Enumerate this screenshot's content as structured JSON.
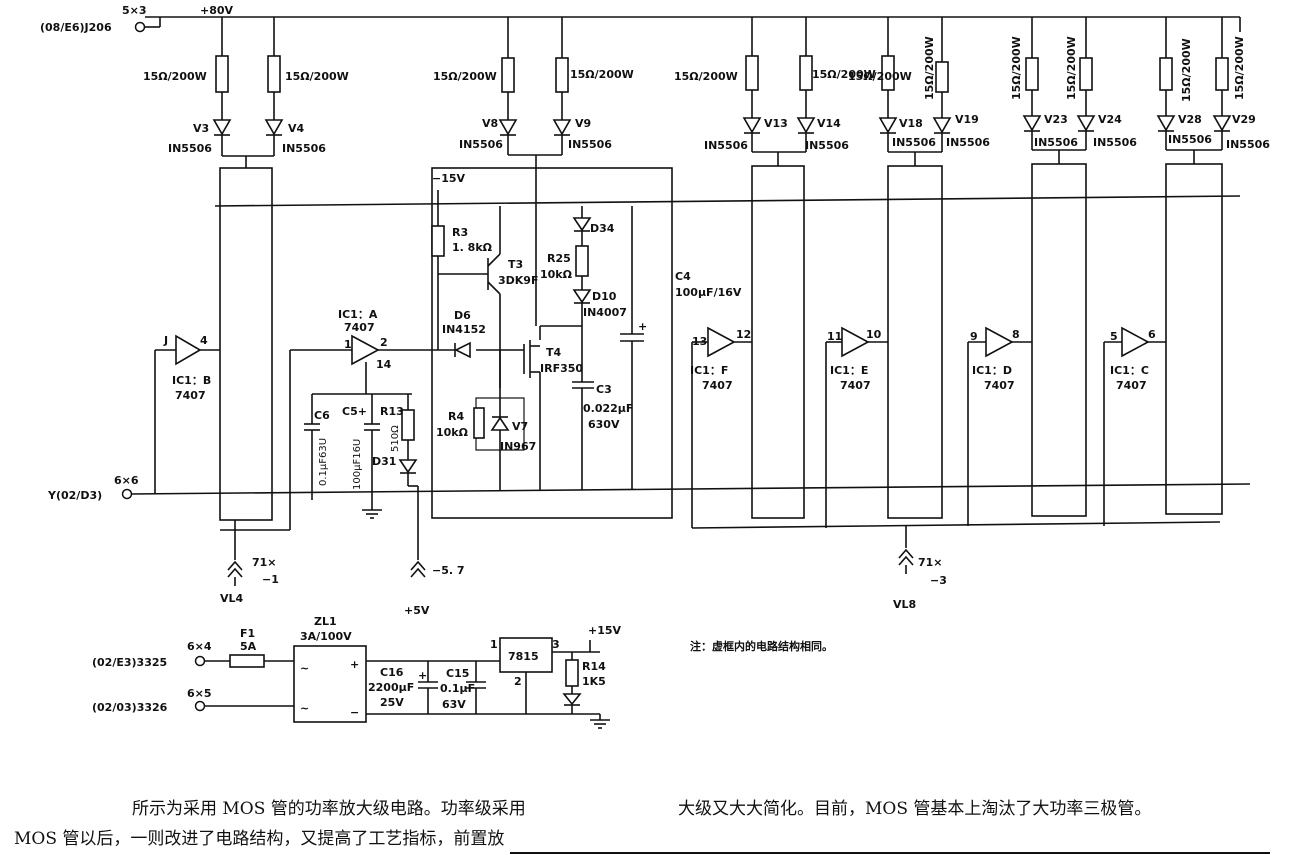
{
  "terminals": {
    "power_in": "(08/E6)J206",
    "power_in_ref": "5×3",
    "supply_voltage": "+80V",
    "signal_in": "Y(02/D3)",
    "signal_in_ref": "6×6",
    "ac_in_1": "(02/E3)3325",
    "ac_in_1_ref": "6×4",
    "ac_in_2": "(02/03)3326",
    "ac_in_2_ref": "6×5"
  },
  "resistors": {
    "load": "15Ω/200W",
    "r3": "R3",
    "r3_val": "1. 8kΩ",
    "r25": "R25",
    "r25_val": "10kΩ",
    "r4": "R4",
    "r4_val": "10kΩ",
    "r13": "R13",
    "r13_val": "510Ω",
    "r14": "R14",
    "r14_val": "1K5"
  },
  "diodes": {
    "part": "IN5506",
    "v3": "V3",
    "v4": "V4",
    "v8": "V8",
    "v9": "V9",
    "v13": "V13",
    "v14": "V14",
    "v18": "V18",
    "v19": "V19",
    "v23": "V23",
    "v24": "V24",
    "v28": "V28",
    "v29": "V29",
    "d6": "D6",
    "d6_part": "IN4152",
    "d34": "D34",
    "d10": "D10",
    "d10_part": "IN4007",
    "d31": "D31",
    "v7": "V7",
    "v7_part": "IN967"
  },
  "transistors": {
    "t3": "T3",
    "t3_part": "3DK9F",
    "t4": "T4",
    "t4_part": "IRF350"
  },
  "capacitors": {
    "c3": "C3",
    "c3_val": "0.022μF",
    "c3_volt": "630V",
    "c4": "C4",
    "c4_val": "100μF/16V",
    "c5": "C5+",
    "c5_val": "100μF16U",
    "c6": "C6",
    "c6_val": "0.1μF63U",
    "c16": "C16",
    "c16_val": "2200μF",
    "c16_volt": "25V",
    "c15": "C15",
    "c15_val": "0.1μF",
    "c15_volt": "63V"
  },
  "gates": {
    "ic1b": "IC1：B",
    "ic1a": "IC1：A",
    "ic1f": "IC1：F",
    "ic1e": "IC1：E",
    "ic1d": "IC1：D",
    "ic1c": "IC1：C",
    "part": "7407",
    "pins": {
      "b_in": "J",
      "b_out": "4",
      "a_in": "1",
      "a_out": "2",
      "a_pwr": "14",
      "f_in": "13",
      "f_out": "12",
      "e_in": "11",
      "e_out": "10",
      "d_in": "9",
      "d_out": "8",
      "c_in": "5",
      "c_out": "6"
    }
  },
  "rails": {
    "neg15": "−15V",
    "neg57": "−5. 7",
    "plus5": "+5V",
    "plus15": "+15V"
  },
  "connectors": {
    "vl4": "VL4",
    "vl4_ref": "71×",
    "vl4_sub": "−1",
    "vl8": "VL8",
    "vl8_ref": "71×",
    "vl8_sub": "−3"
  },
  "supply": {
    "f1": "F1",
    "f1_val": "5A",
    "zl1": "ZL1",
    "zl1_val": "3A/100V",
    "regulator": "7815",
    "reg_pin1": "1",
    "reg_pin2": "2",
    "reg_pin3": "3",
    "tilde": "~",
    "plus": "+",
    "minus": "−"
  },
  "note": "注：虚框内的电路结构相同。",
  "paragraph": {
    "left_line1": "所示为采用 MOS 管的功率放大级电路。功率级采用",
    "left_line2": "MOS 管以后，一则改进了电路结构，又提高了工艺指标，前置放",
    "right_line1": "大级又大大简化。目前，MOS 管基本上淘汰了大功率三极管。"
  }
}
